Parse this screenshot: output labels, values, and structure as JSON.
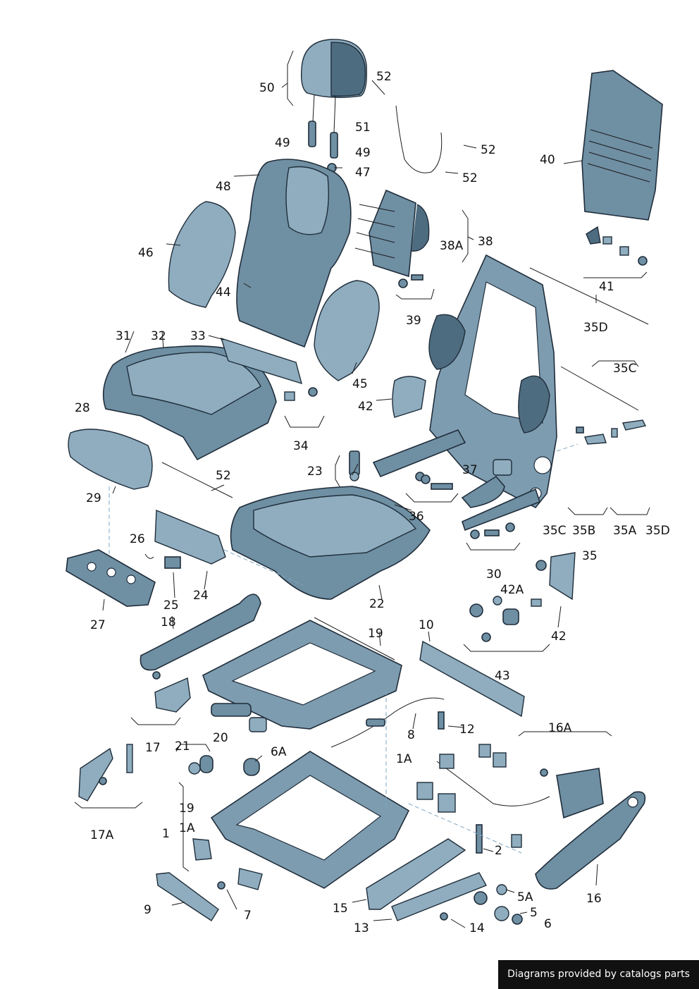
{
  "labels": {
    "l50": "50",
    "l51": "51",
    "l49a": "49",
    "l49b": "49",
    "l47": "47",
    "l48": "48",
    "l52a": "52",
    "l52b": "52",
    "l52c": "52",
    "l52d": "52",
    "l40": "40",
    "l41": "41",
    "l35d_top": "35D",
    "l35c_top": "35C",
    "l38": "38",
    "l38a": "38A",
    "l46": "46",
    "l44": "44",
    "l39": "39",
    "l45": "45",
    "l42_top": "42",
    "l31": "31",
    "l32": "32",
    "l33": "33",
    "l34": "34",
    "l28": "28",
    "l29": "29",
    "l23": "23",
    "l37": "37",
    "l36": "36",
    "l35c": "35C",
    "l35b": "35B",
    "l35a": "35A",
    "l35d": "35D",
    "l35": "35",
    "l26": "26",
    "l24": "24",
    "l25": "25",
    "l27": "27",
    "l22": "22",
    "l30": "30",
    "l42a": "42A",
    "l42": "42",
    "l43": "43",
    "l18": "18",
    "l19_top": "19",
    "l10": "10",
    "l17": "17",
    "l21": "21",
    "l20": "20",
    "l8": "8",
    "l12": "12",
    "l6a": "6A",
    "l1a_right": "1A",
    "l16a": "16A",
    "l19": "19",
    "l1a": "1A",
    "l1": "1",
    "l17a": "17A",
    "l2": "2",
    "l16": "16",
    "l9": "9",
    "l7": "7",
    "l15": "15",
    "l5a": "5A",
    "l5": "5",
    "l6": "6",
    "l13": "13",
    "l14": "14"
  },
  "footer": {
    "credit": "Diagrams provided by catalogs parts"
  }
}
